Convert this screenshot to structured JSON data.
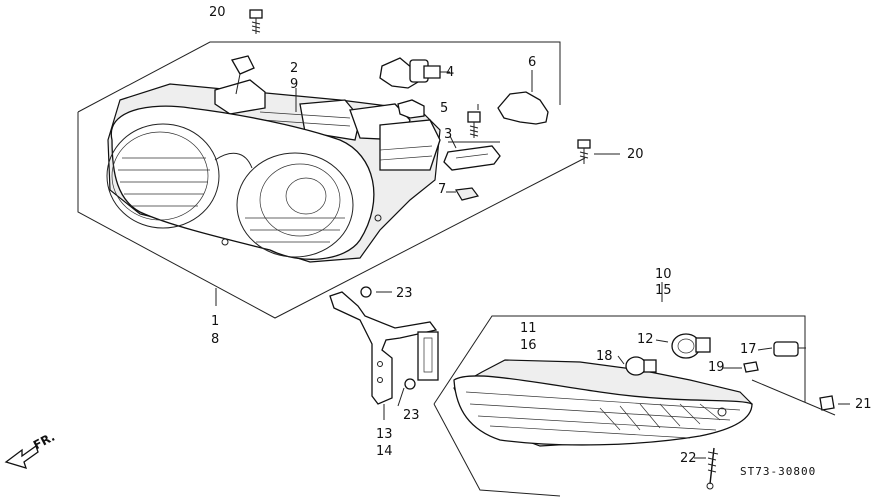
{
  "diagram": {
    "labels": {
      "p1": "1",
      "p8": "8",
      "p2": "2",
      "p9": "9",
      "p3": "3",
      "p4": "4",
      "p5": "5",
      "p6": "6",
      "p7": "7",
      "p10": "10",
      "p15": "15",
      "p11": "11",
      "p16": "16",
      "p12": "12",
      "p13": "13",
      "p14": "14",
      "p17": "17",
      "p18": "18",
      "p19": "19",
      "p20a": "20",
      "p20b": "20",
      "p21": "21",
      "p22": "22",
      "p23a": "23",
      "p23b": "23"
    },
    "code": "ST73-30800",
    "direction": "FR."
  }
}
